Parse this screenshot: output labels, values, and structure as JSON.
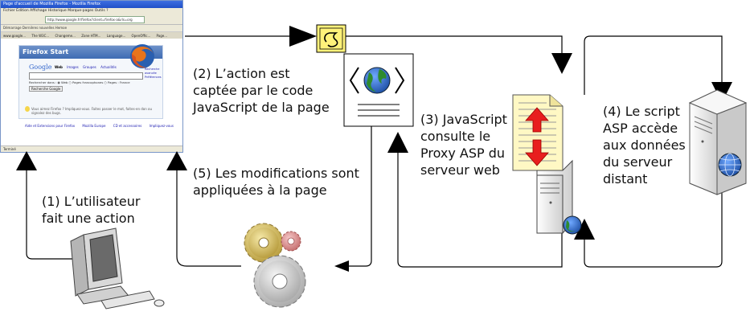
{
  "steps": {
    "s1": [
      "(1) L’utilisateur",
      "fait une action"
    ],
    "s2": [
      "(2) L’action est",
      "captée par le code",
      "JavaScript de la page"
    ],
    "s3": [
      "(3) JavaScript",
      "consulte le",
      "Proxy ASP du",
      "serveur web"
    ],
    "s4": [
      "(4) Le script",
      "ASP accède",
      "aux données",
      "du serveur",
      "distant"
    ],
    "s5": [
      "(5) Les modifications sont",
      "appliquées à la page"
    ]
  },
  "browser": {
    "title": "Page d'accueil de Mozilla Firefox - Mozilla Firefox",
    "menu": "Fichier  Édition  Affichage  Historique  Marque-pages  Outils  ?",
    "url": "http://www.google.fr/firefox?client=firefox-a&rls=org",
    "bookmarks": "Démarrage   Dernières nouvelles   Hemoe",
    "tabs": [
      "www.google...",
      "The W3C...",
      "Changeme...",
      "Zone HTM...",
      "Language...",
      "OpenOffic...",
      "Page..."
    ],
    "start_title": "Firefox Start",
    "google_logo": "Google",
    "google_tabs": [
      "Web",
      "Images",
      "Groupes",
      "Actualités"
    ],
    "search_in": "Rechercher dans :  ◉ Web  ○ Pages francophones  ○ Pages : France",
    "search_button": "Recherche Google",
    "adv_links": [
      "Recherche avancée",
      "Préférences"
    ],
    "tip": "Vous aimez Firefox ? Impliquez-vous. Faites passer le mot, faites-en don ou signalez des bugs.",
    "links": [
      "Aide et Extensions pour Firefox",
      "Mozilla Europe",
      "CD et accessoires",
      "Impliquez-vous"
    ],
    "status": "Terminé"
  },
  "colors": {
    "line": "#000000",
    "script_icon_bg": "#fff27a",
    "globe_blue": "#2a5fb0",
    "globe_green": "#2e8b2e",
    "arrow_red": "#e81e1e",
    "doc_fill": "#fff8c4",
    "server_body": "#f2f2f2",
    "gear_gold": "#d9c36a",
    "gear_pink": "#e6a3a3",
    "gear_gray": "#cfcfcf"
  },
  "icons": [
    "browser-screenshot",
    "computer-icon",
    "script-icon",
    "web-page-icon",
    "gears-icon",
    "web-server-icon",
    "remote-server-icon"
  ]
}
